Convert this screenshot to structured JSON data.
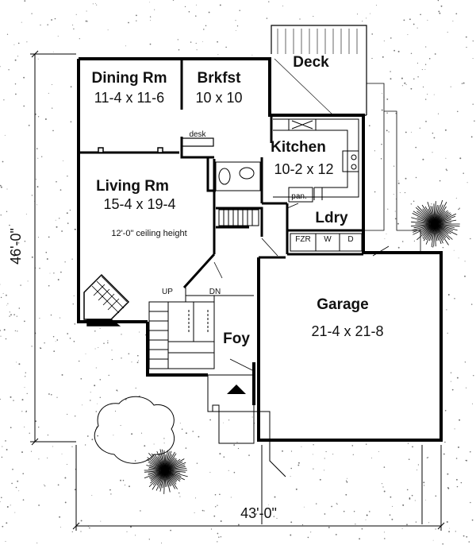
{
  "rooms": {
    "dining": {
      "name": "Dining Rm",
      "size": "11-4 x 11-6"
    },
    "brkfst": {
      "name": "Brkfst",
      "size": "10 x 10"
    },
    "deck": {
      "name": "Deck"
    },
    "kitchen": {
      "name": "Kitchen",
      "size": "10-2 x 12"
    },
    "living": {
      "name": "Living Rm",
      "size": "15-4 x 19-4",
      "note": "12'-0\" ceiling height"
    },
    "ldry": {
      "name": "Ldry"
    },
    "garage": {
      "name": "Garage",
      "size": "21-4 x 21-8"
    },
    "foy": {
      "name": "Foy"
    }
  },
  "labels": {
    "desk": "desk",
    "pan": "pan.",
    "fzr": "FZR",
    "w": "W",
    "d": "D",
    "up": "UP",
    "dn": "DN"
  },
  "dimensions": {
    "depth": "46'-0\"",
    "width": "43'-0\""
  }
}
